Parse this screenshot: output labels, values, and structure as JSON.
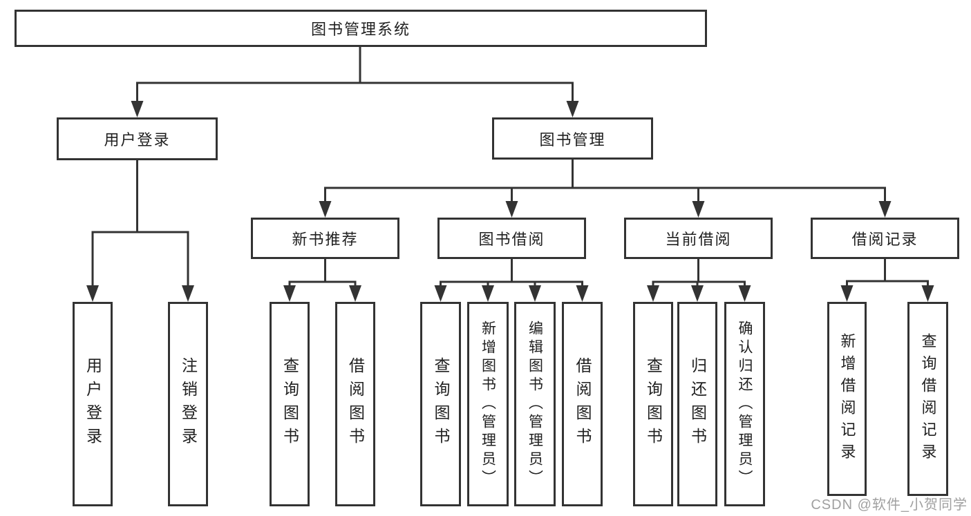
{
  "diagram": {
    "type": "tree",
    "root": {
      "label": "图书管理系统",
      "children": [
        {
          "label": "用户登录",
          "children": [
            {
              "label": "用户登录"
            },
            {
              "label": "注销登录"
            }
          ]
        },
        {
          "label": "图书管理",
          "children": [
            {
              "label": "新书推荐",
              "children": [
                {
                  "label": "查询图书"
                },
                {
                  "label": "借阅图书"
                }
              ]
            },
            {
              "label": "图书借阅",
              "children": [
                {
                  "label": "查询图书"
                },
                {
                  "label": "新增图书（管理员）"
                },
                {
                  "label": "编辑图书（管理员）"
                },
                {
                  "label": "借阅图书"
                }
              ]
            },
            {
              "label": "当前借阅",
              "children": [
                {
                  "label": "查询图书"
                },
                {
                  "label": "归还图书"
                },
                {
                  "label": "确认归还（管理员）"
                }
              ]
            },
            {
              "label": "借阅记录",
              "children": [
                {
                  "label": "新增借阅记录"
                },
                {
                  "label": "查询借阅记录"
                }
              ]
            }
          ]
        }
      ]
    }
  },
  "colors": {
    "line": "#333333",
    "box_border": "#333333",
    "text": "#1f1f1f",
    "watermark": "#a0a0a0",
    "background": "#ffffff"
  },
  "watermark": {
    "text": "CSDN @软件_小贺同学"
  }
}
